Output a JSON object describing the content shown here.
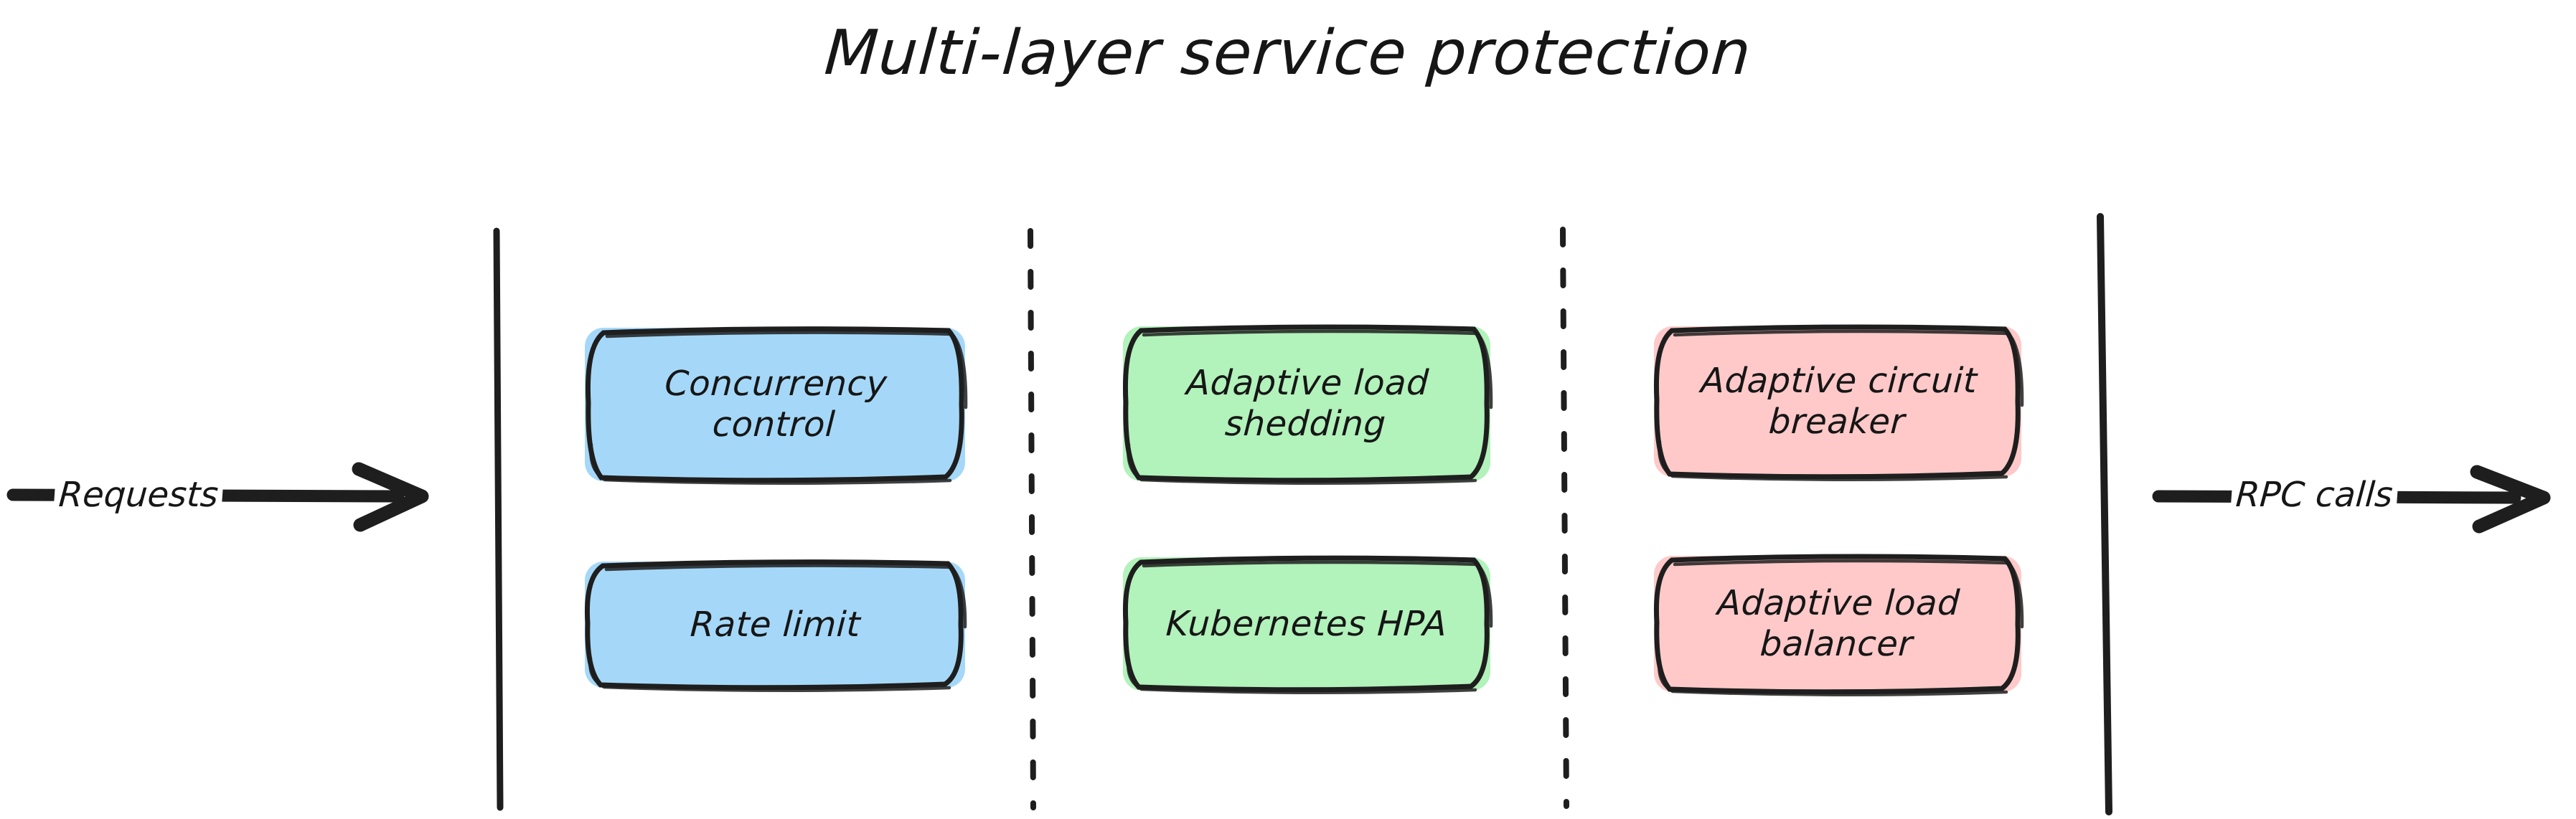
{
  "title": "Multi-layer service protection",
  "colors": {
    "background": "#ffffff",
    "stroke": "#1e1e1e",
    "text": "#161616",
    "blue_fill": "#a5d8f8",
    "green_fill": "#b2f2bb",
    "pink_fill": "#ffc9c9"
  },
  "flow": {
    "inbound": {
      "label": "Requests",
      "direction": "right"
    },
    "outbound": {
      "label": "RPC calls",
      "direction": "right"
    }
  },
  "boundaries": [
    {
      "name": "service-entry-boundary",
      "style": "solid"
    },
    {
      "name": "lane-divider-1",
      "style": "dashed"
    },
    {
      "name": "lane-divider-2",
      "style": "dashed"
    },
    {
      "name": "service-exit-boundary",
      "style": "solid"
    }
  ],
  "lanes": [
    {
      "id": "admission-control",
      "color": "blue_fill",
      "nodes": [
        {
          "id": "concurrency-control",
          "label": "Concurrency\ncontrol"
        },
        {
          "id": "rate-limit",
          "label": "Rate limit"
        }
      ]
    },
    {
      "id": "capacity-adaptation",
      "color": "green_fill",
      "nodes": [
        {
          "id": "adaptive-load-shedding",
          "label": "Adaptive load\nshedding"
        },
        {
          "id": "kubernetes-hpa",
          "label": "Kubernetes HPA"
        }
      ]
    },
    {
      "id": "downstream-protection",
      "color": "pink_fill",
      "nodes": [
        {
          "id": "adaptive-circuit-breaker",
          "label": "Adaptive circuit\nbreaker"
        },
        {
          "id": "adaptive-load-balancer",
          "label": "Adaptive load\nbalancer"
        }
      ]
    }
  ]
}
